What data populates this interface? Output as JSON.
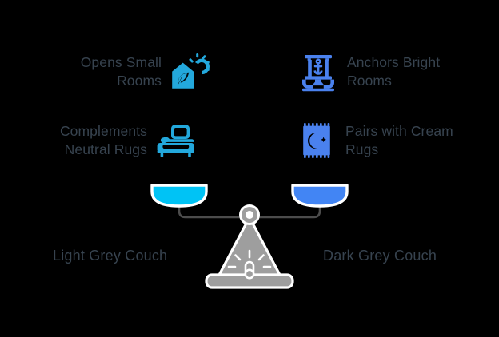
{
  "theme": {
    "background": "#000000",
    "text_color": "#37434f",
    "left_accent": "#23a8dc",
    "right_accent": "#4a81ee",
    "left_pan_color": "#00c3f5",
    "right_pan_color": "#4285f4",
    "fulcrum_color": "#9e9e9e",
    "beam_color": "#4c4c4c",
    "outline_color": "#ffffff"
  },
  "comparison": {
    "left": {
      "title": "Light Grey Couch",
      "features": [
        {
          "label": "Opens Small\nRooms",
          "icon": "house-leaf-sun-icon"
        },
        {
          "label": "Complements\nNeutral Rugs",
          "icon": "armchair-sofa-icon"
        }
      ]
    },
    "right": {
      "title": "Dark Grey Couch",
      "features": [
        {
          "label": "Anchors Bright\nRooms",
          "icon": "anchor-pedestal-icon"
        },
        {
          "label": "Pairs with Cream\nRugs",
          "icon": "rug-moon-star-icon"
        }
      ]
    }
  },
  "scale": {
    "icon": "balance-scale",
    "fulcrum_icon": "lamp-glow-icon",
    "pivot_icon": "pivot-ring-icon",
    "left_pan_name": "left-scale-pan",
    "right_pan_name": "right-scale-pan",
    "balanced": true
  }
}
